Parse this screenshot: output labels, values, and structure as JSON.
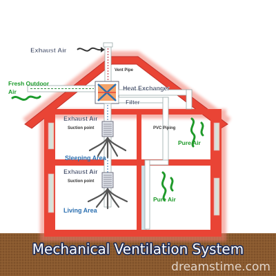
{
  "labels": {
    "exhaust_air_top": "Exhaust Air",
    "vent_pipe": "Vent Pipe",
    "fresh_outdoor_air": "Fresh Outdoor Air",
    "heat_exchanger": "Heat Exchanger",
    "filter": "Filter",
    "exhaust_air_upper": "Exhaust Air",
    "suction_point_upper": "Suction point",
    "pvc_piping": "PVC Piping",
    "pure_air_upper": "Pure Air",
    "sleeping_area": "Sleeping Area",
    "exhaust_air_lower": "Exhaust Air",
    "suction_point_lower": "Suction point",
    "pure_air_lower": "Pure Air",
    "living_area": "Living Area"
  },
  "title": "Mechanical Ventilation System",
  "watermark": "dreamstime.com",
  "colors": {
    "wall_red": "#e94435",
    "exhaust_blue": "#2b6fb0",
    "pure_green": "#1f9a2a",
    "fresh_green": "#1c9b2c",
    "ground_brown": "#7a4a25",
    "title_navy": "#1f2d57"
  }
}
